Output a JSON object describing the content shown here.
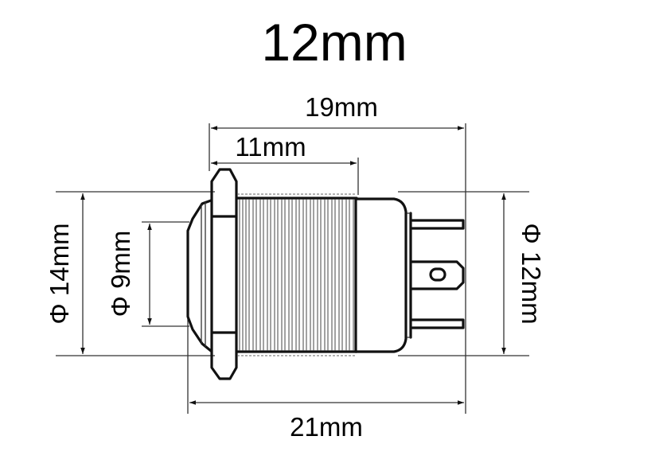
{
  "title": "12mm",
  "dimensions": {
    "overall_body_length": "19mm",
    "thread_length": "11mm",
    "total_length": "21mm",
    "bezel_diameter": "Φ 14mm",
    "button_diameter": "Φ 9mm",
    "body_diameter": "Φ 12mm"
  },
  "colors": {
    "line": "#111111",
    "background": "#ffffff"
  }
}
